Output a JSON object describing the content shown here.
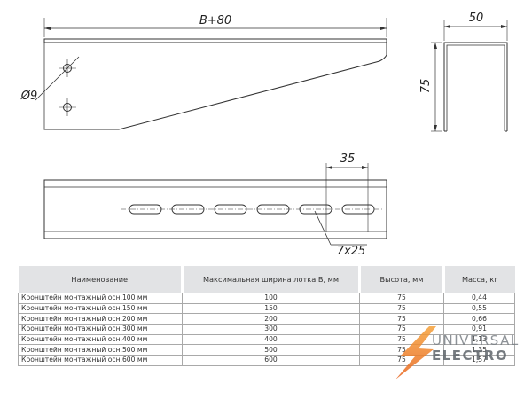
{
  "drawing": {
    "width_label": "B+80",
    "hole_label": "Ø9",
    "depth_label": "50",
    "height_label": "75",
    "pitch_label": "35",
    "slot_label": "7x25"
  },
  "table": {
    "headers": [
      "Наименование",
      "Максимальная ширина лотка B, мм",
      "Высота, мм",
      "Масса, кг"
    ],
    "rows": [
      {
        "name": "Кронштейн монтажный осн.100 мм",
        "width": "100",
        "height": "75",
        "mass": "0,44"
      },
      {
        "name": "Кронштейн монтажный осн.150 мм",
        "width": "150",
        "height": "75",
        "mass": "0,55"
      },
      {
        "name": "Кронштейн монтажный осн.200 мм",
        "width": "200",
        "height": "75",
        "mass": "0,66"
      },
      {
        "name": "Кронштейн монтажный осн.300 мм",
        "width": "300",
        "height": "75",
        "mass": "0,91"
      },
      {
        "name": "Кронштейн монтажный осн.400 мм",
        "width": "400",
        "height": "75",
        "mass": "1,13"
      },
      {
        "name": "Кронштейн монтажный осн.500 мм",
        "width": "500",
        "height": "75",
        "mass": "1,35"
      },
      {
        "name": "Кронштейн монтажный осн.600 мм",
        "width": "600",
        "height": "75",
        "mass": "1,57"
      }
    ]
  },
  "watermark": {
    "line1": "UNIVERSAL",
    "line2": "ELECTRO",
    "colors": {
      "bolt_light": "#f6a23a",
      "bolt_dark": "#e8641f"
    }
  }
}
